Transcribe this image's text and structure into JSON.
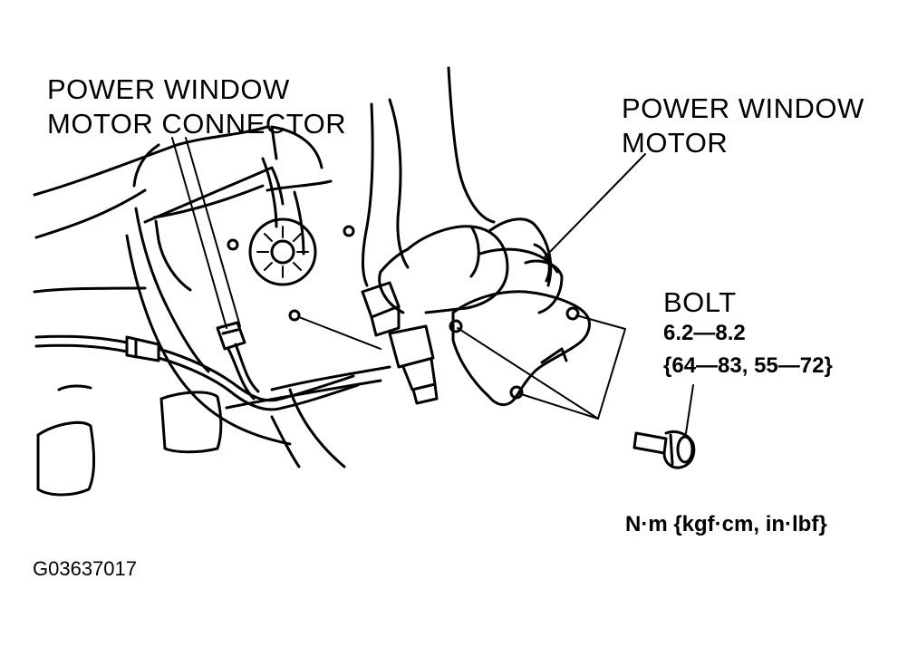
{
  "labels": {
    "connector_line1": "POWER WINDOW",
    "connector_line2": "MOTOR CONNECTOR",
    "motor_line1": "POWER WINDOW",
    "motor_line2": "MOTOR",
    "bolt": "BOLT",
    "bolt_torque_nm": "6.2—8.2",
    "bolt_torque_other": "{64—83, 55—72}",
    "units": "N·m {kgf·cm, in·lbf}",
    "figure_code": "G03637017"
  }
}
